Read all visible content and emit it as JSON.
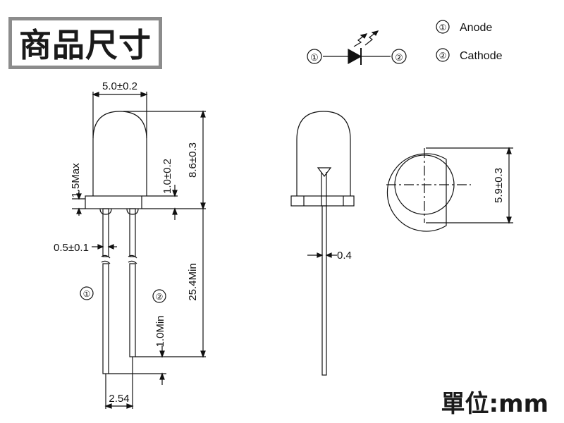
{
  "title": "商品尺寸",
  "unit": "單位:mm",
  "legend": {
    "items": [
      {
        "marker": "①",
        "label": "Anode"
      },
      {
        "marker": "②",
        "label": "Cathode"
      }
    ]
  },
  "symbol": {
    "left": "①",
    "right": "②"
  },
  "front_view": {
    "body_width": "5.0±0.2",
    "total_height": "8.6±0.3",
    "flange_height": "1.0±0.2",
    "max_gap": "1.5Max",
    "lead_width": "0.5±0.1",
    "lead_length": "25.4Min",
    "pin_offset": "1.0Min",
    "pin_pitch": "2.54",
    "pin1": "①",
    "pin2": "②"
  },
  "side_view": {
    "lead_thickness": "0.4"
  },
  "top_view": {
    "flange_diameter": "5.9±0.3"
  }
}
